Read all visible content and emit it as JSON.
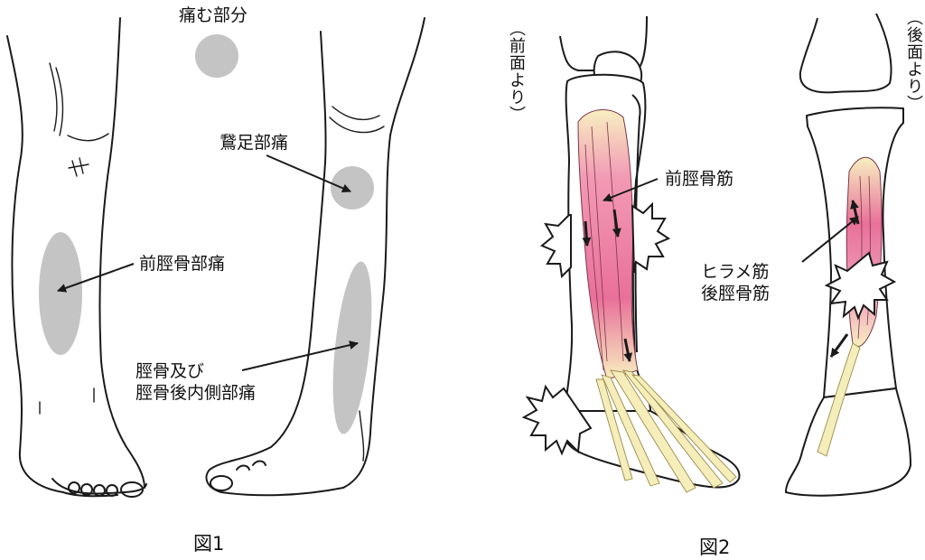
{
  "figure1": {
    "caption": "図1",
    "legend_label": "痛む部分",
    "labels": {
      "pes_anserine": "鵞足部痛",
      "anterior_tibial": "前脛骨部痛",
      "tibial_medial_line1": "脛骨及び",
      "tibial_medial_line2": "脛骨後内側部痛"
    }
  },
  "figure2": {
    "caption": "図2",
    "front_view": "（前面より）",
    "back_view": "（後面より）",
    "labels": {
      "tibialis_anterior": "前脛骨筋",
      "back_line1": "ヒラメ筋",
      "back_line2": "後脛骨筋"
    }
  },
  "colors": {
    "pain_area": "#c4c4c4",
    "muscle": "#e8789c",
    "tendon": "#f5eebb",
    "outline": "#1a1a1a"
  }
}
